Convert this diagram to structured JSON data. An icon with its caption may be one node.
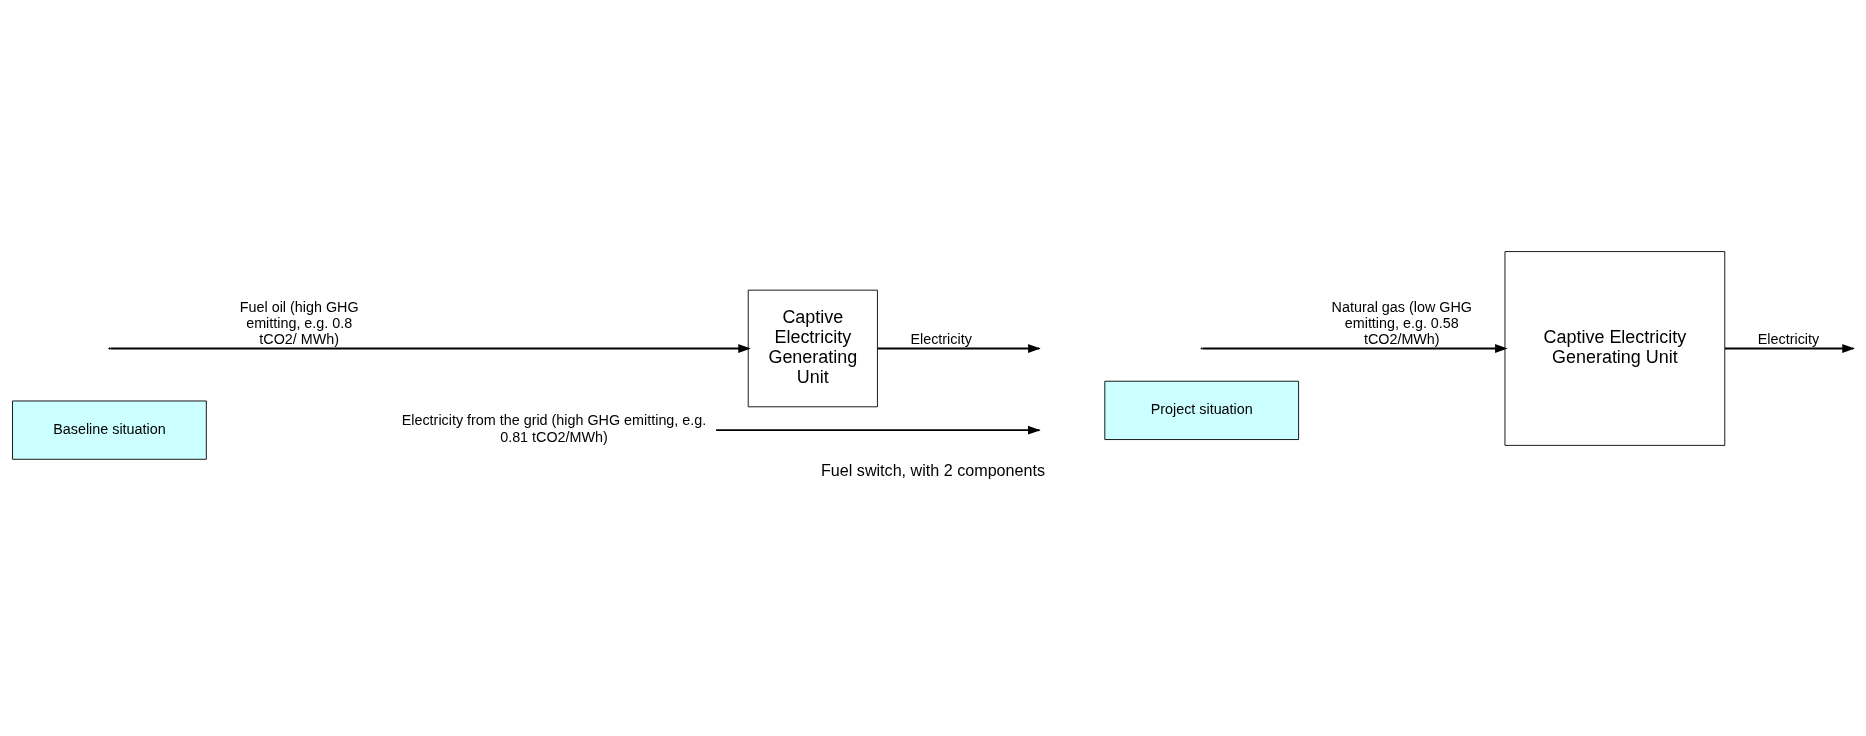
{
  "diagram": {
    "caption": "Fuel switch, with 2 components",
    "nodes": [
      {
        "text": [
          "Baseline situation"
        ]
      },
      {
        "text": [
          "Project situation"
        ]
      },
      {
        "text": [
          "Captive Electricity Generating Unit"
        ]
      },
      {
        "text": [
          "Captive Electricity Generating Unit"
        ]
      }
    ],
    "edges": [
      {
        "from": null,
        "to": 2,
        "arrow": "to",
        "label": "Fuel oil (high GHG emitting, e.g. 0.8 tCO2/ MWh)"
      },
      {
        "from": 2,
        "to": null,
        "arrow": "to",
        "label": "Electricity"
      },
      {
        "from": null,
        "to": 3,
        "arrow": "to",
        "label": "Natural gas (low GHG emitting, e.g. 0.58 tCO2/MWh)"
      },
      {
        "from": 3,
        "to": null,
        "arrow": "to",
        "label": "Electricity"
      }
    ],
    "labels": [
      "Electricity from the grid (high GHG emitting, e.g. 0.81 tCO2/MWh)"
    ]
  }
}
